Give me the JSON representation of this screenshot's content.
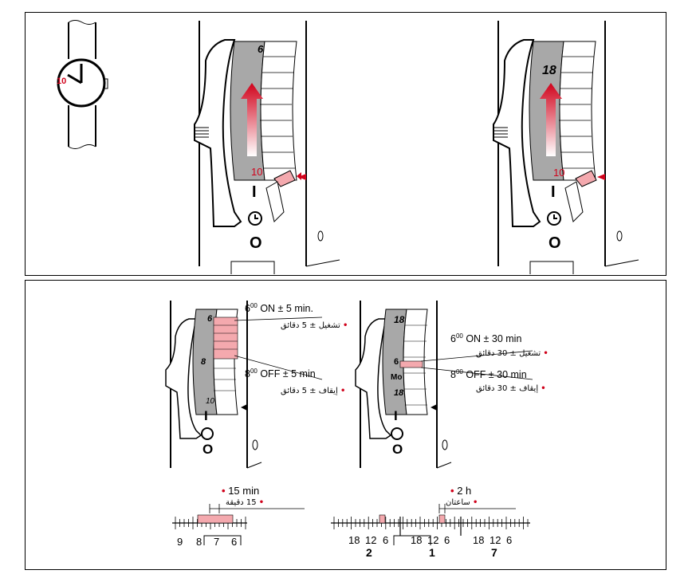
{
  "top": {
    "watch_hour": "10",
    "dial_left": {
      "top_number": "6",
      "bottom_number": "10"
    },
    "dial_right": {
      "top_number": "18",
      "bottom_number": "10"
    },
    "switch_symbols": {
      "on": "I",
      "off": "O"
    }
  },
  "bottom": {
    "left": {
      "dial_numbers": [
        "6",
        "8",
        "10"
      ],
      "on_label": {
        "time": "6",
        "sup": "00",
        "rest": " ON ± 5 min.",
        "arabic": "تشغيل ± 5 دقائق"
      },
      "off_label": {
        "time": "8",
        "sup": "00",
        "rest": " OFF ± 5 min",
        "arabic": "إيقاف ± 5 دقائق"
      },
      "interval": {
        "text": "15 min",
        "arabic": "15 دقيقة"
      },
      "scale_labels": [
        "9",
        "8",
        "7",
        "6"
      ]
    },
    "right": {
      "dial_numbers": [
        "18",
        "6",
        "Mo",
        "18"
      ],
      "on_label": {
        "time": "6",
        "sup": "00",
        "rest": " ON ± 30 min",
        "arabic": "تشغيل ± 30 دقائق"
      },
      "off_label": {
        "time": "8",
        "sup": "00",
        "rest": " OFF ± 30 min",
        "arabic": "إيقاف ± 30 دقائق"
      },
      "interval": {
        "text": "2 h",
        "arabic": "ساعتان"
      },
      "scale_labels": [
        "18",
        "12",
        "6",
        "18",
        "12",
        "6",
        "18",
        "12",
        "6"
      ],
      "day_labels": [
        "2",
        "1",
        "7"
      ]
    }
  },
  "colors": {
    "accent": "#d0021b",
    "pink": "#f4a9ae",
    "gray": "#a8a8a8",
    "dark": "#000000"
  }
}
